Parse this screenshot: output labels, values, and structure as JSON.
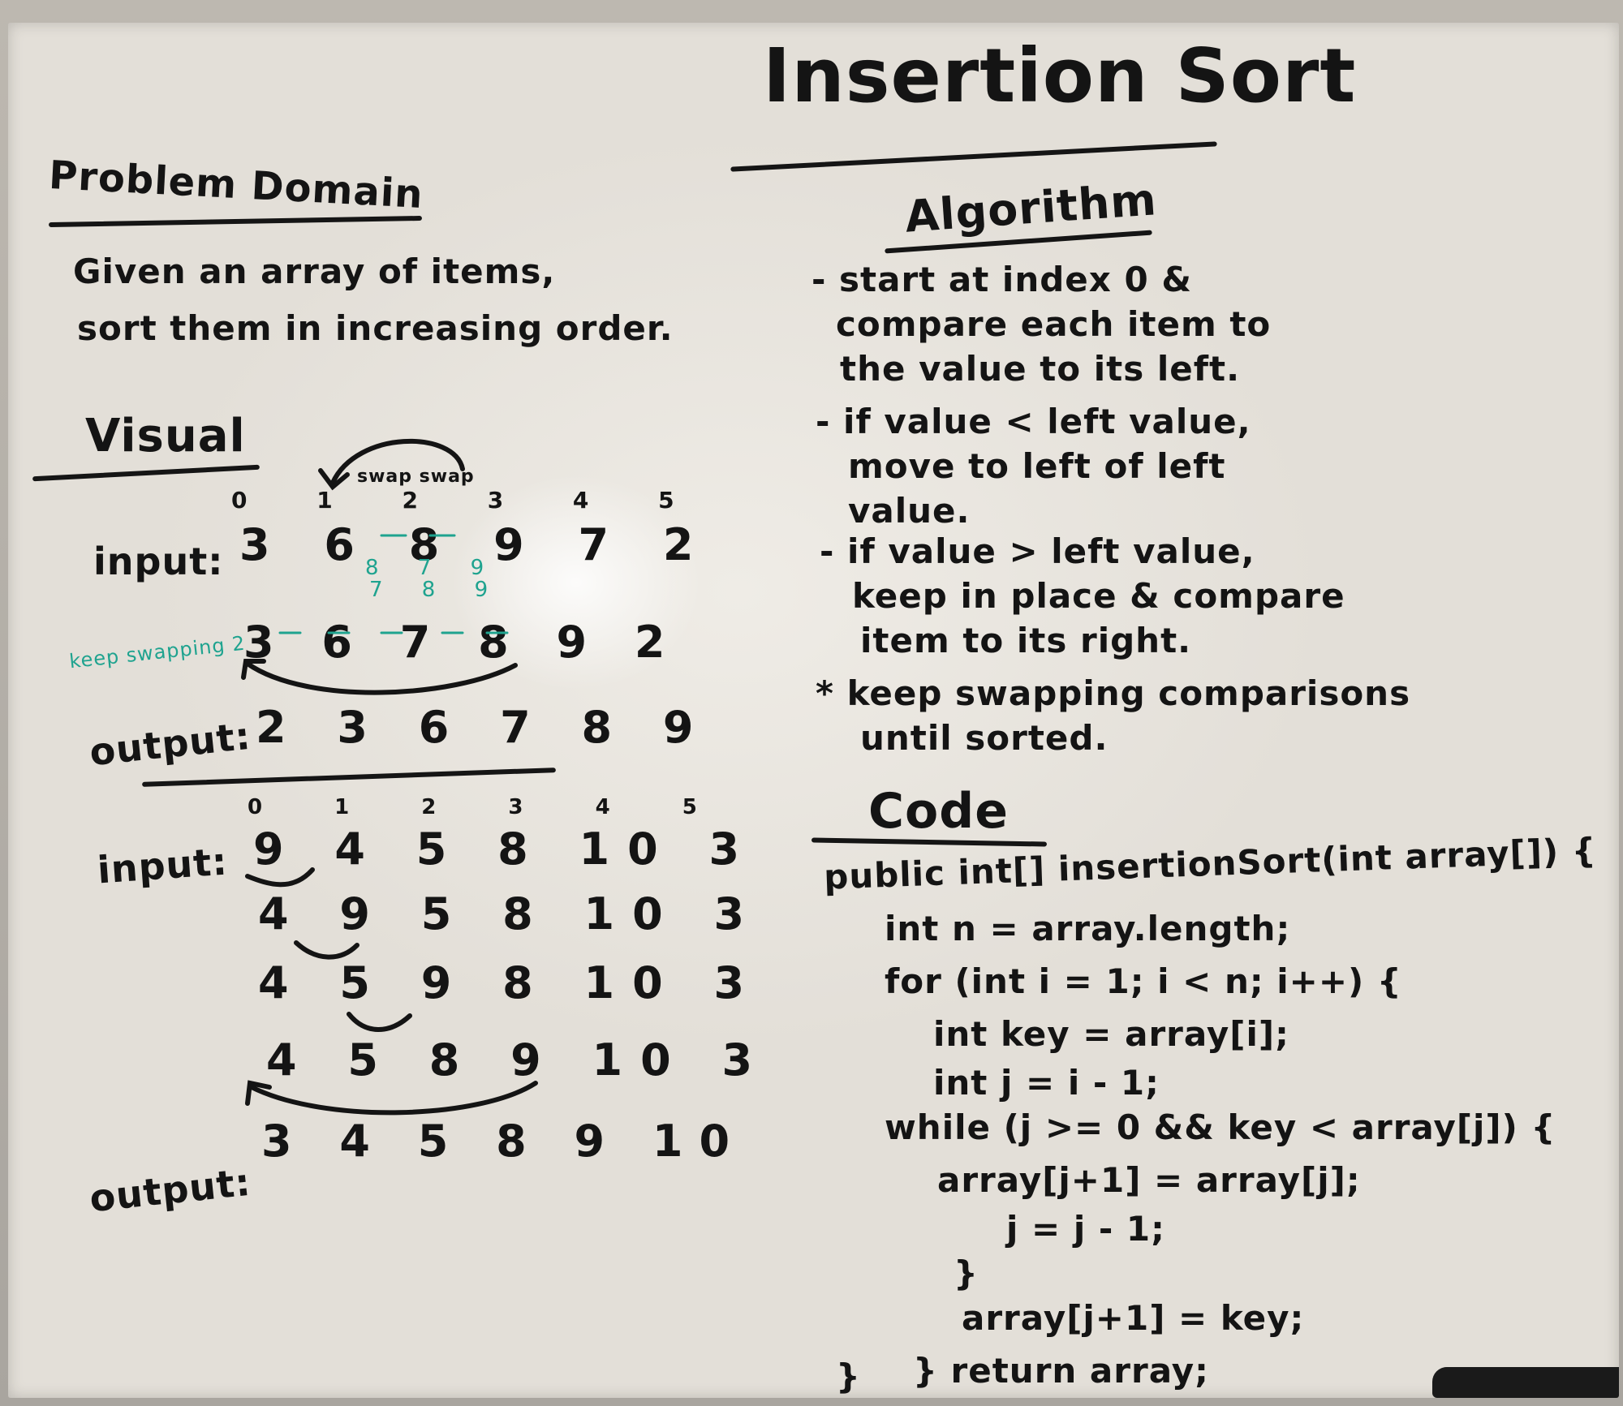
{
  "title": "Insertion Sort",
  "problem_domain": {
    "heading": "Problem Domain",
    "lines": [
      "Given an array of items,",
      "sort them in increasing order."
    ]
  },
  "visual": {
    "heading": "Visual",
    "example1": {
      "indices": "0  1  2  3  4  5",
      "swap_note": "swap  swap",
      "input_label": "input:",
      "input_values": "3 6 8 9 7 2",
      "teal_row1": "8  7  9",
      "teal_row2": "7  8  9",
      "side_note": "keep swapping 2",
      "step_values": "3 6 7 8 9 2",
      "output_label": "output:",
      "output_values": "2 3 6 7 8 9"
    },
    "example2": {
      "indices": "0  1  2  3  4  5",
      "input_label": "input:",
      "rows": [
        "9 4 5 8 10 3",
        "4 9 5 8 10 3",
        "4 5 9 8 10 3",
        "4 5 8 9 10 3"
      ],
      "output_label": "output:",
      "output_values": "3 4 5 8 9 10"
    }
  },
  "algorithm": {
    "heading": "Algorithm",
    "lines": [
      "- start at index 0 &",
      "compare each item to",
      "the value to its left.",
      "- if value < left value,",
      "move to left of left",
      "value.",
      "- if value > left value,",
      "keep in place & compare",
      "item to its right.",
      "* keep swapping comparisons",
      "until sorted."
    ]
  },
  "code": {
    "heading": "Code",
    "lines": [
      "public int[] insertionSort(int array[]) {",
      "int n = array.length;",
      "for (int i = 1; i < n; i++) {",
      "int key = array[i];",
      "int j = i - 1;",
      "while (j >= 0 && key < array[j]) {",
      "array[j+1] = array[j];",
      "j = j - 1;",
      "}",
      "array[j+1] = key;",
      "} return array;",
      "}"
    ]
  },
  "colors": {
    "ink": "#141414",
    "teal": "#1fa38f",
    "board": "#ebe8e2"
  }
}
